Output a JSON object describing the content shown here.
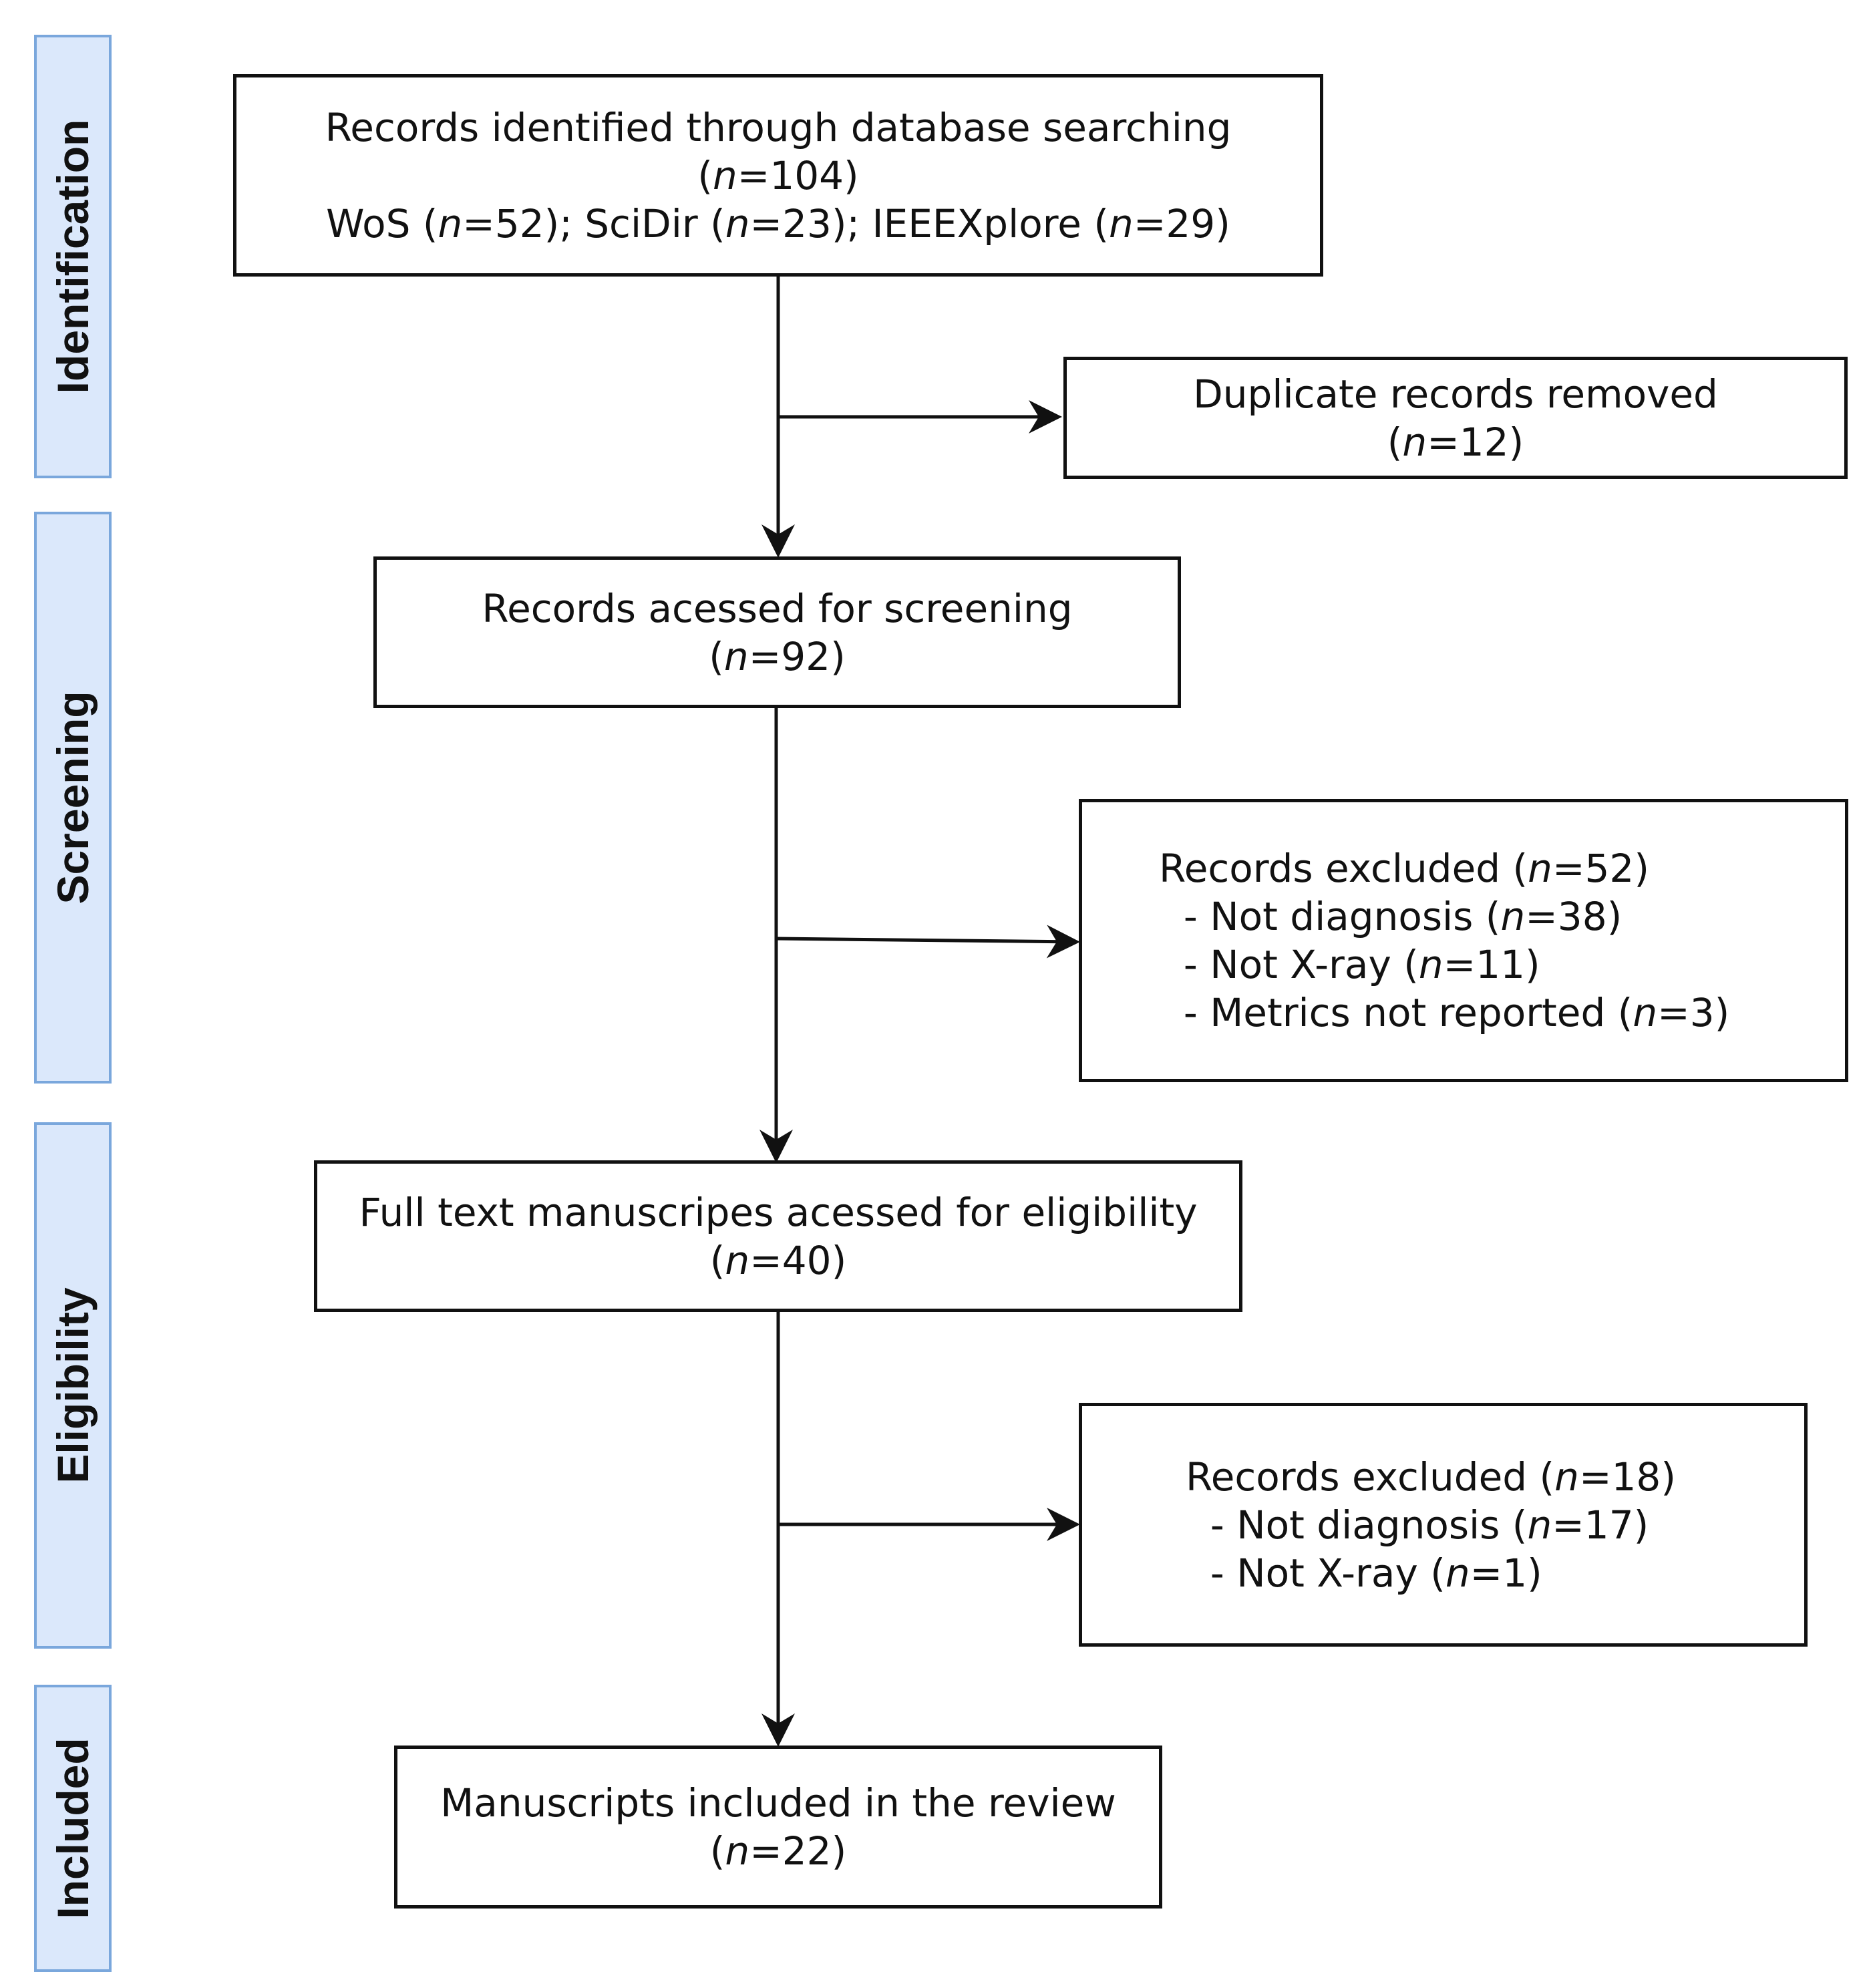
{
  "phases": {
    "identification": "Identification",
    "screening": "Screening",
    "eligibility": "Eligibility",
    "included": "Included"
  },
  "boxes": {
    "identified": {
      "line1": "Records identified through database searching",
      "line2_pre": "(",
      "line2_n": "n",
      "line2_post": "=104)",
      "line3": [
        {
          "t": "WoS (",
          "i": false
        },
        {
          "t": "n",
          "i": true
        },
        {
          "t": "=52); SciDir (",
          "i": false
        },
        {
          "t": "n",
          "i": true
        },
        {
          "t": "=23); IEEEXplore (",
          "i": false
        },
        {
          "t": "n",
          "i": true
        },
        {
          "t": "=29)",
          "i": false
        }
      ]
    },
    "duplicates": {
      "line1": "Duplicate records removed",
      "line2_pre": "(",
      "line2_n": "n",
      "line2_post": "=12)"
    },
    "screening": {
      "line1": "Records acessed for screening",
      "line2_pre": "(",
      "line2_n": "n",
      "line2_post": "=92)"
    },
    "excluded_screening": {
      "lines": [
        [
          {
            "t": "Records excluded (",
            "i": false
          },
          {
            "t": "n",
            "i": true
          },
          {
            "t": "=52)",
            "i": false
          }
        ],
        [
          {
            "t": "  - Not diagnosis (",
            "i": false
          },
          {
            "t": "n",
            "i": true
          },
          {
            "t": "=38)",
            "i": false
          }
        ],
        [
          {
            "t": "  - Not X-ray (",
            "i": false
          },
          {
            "t": "n",
            "i": true
          },
          {
            "t": "=11)",
            "i": false
          }
        ],
        [
          {
            "t": "  - Metrics not reported (",
            "i": false
          },
          {
            "t": "n",
            "i": true
          },
          {
            "t": "=3)",
            "i": false
          }
        ]
      ]
    },
    "eligibility": {
      "line1": "Full text manuscripes acessed for eligibility",
      "line2_pre": "(",
      "line2_n": "n",
      "line2_post": "=40)"
    },
    "excluded_eligibility": {
      "lines": [
        [
          {
            "t": "Records excluded (",
            "i": false
          },
          {
            "t": "n",
            "i": true
          },
          {
            "t": "=18)",
            "i": false
          }
        ],
        [
          {
            "t": "  - Not diagnosis (",
            "i": false
          },
          {
            "t": "n",
            "i": true
          },
          {
            "t": "=17)",
            "i": false
          }
        ],
        [
          {
            "t": "  - Not X-ray (",
            "i": false
          },
          {
            "t": "n",
            "i": true
          },
          {
            "t": "=1)",
            "i": false
          }
        ]
      ]
    },
    "included": {
      "line1": "Manuscripts included in the review",
      "line2_pre": "(",
      "line2_n": "n",
      "line2_post": "=22)"
    }
  },
  "colors": {
    "phase_fill": "#dbe8fb",
    "phase_border": "#7aa7dc",
    "line": "#111111"
  }
}
